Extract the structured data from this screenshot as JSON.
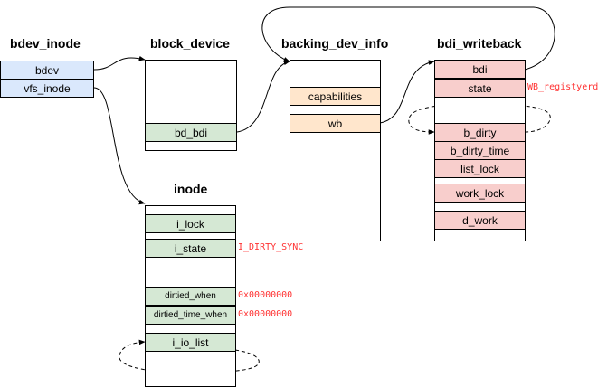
{
  "bdev_inode": {
    "title": "bdev_inode",
    "fields": [
      "bdev",
      "vfs_inode"
    ]
  },
  "block_device": {
    "title": "block_device",
    "fields": [
      "bd_bdi"
    ]
  },
  "backing_dev_info": {
    "title": "backing_dev_info",
    "fields": [
      "capabilities",
      "wb"
    ]
  },
  "bdi_writeback": {
    "title": "bdi_writeback",
    "fields": [
      "bdi",
      "state",
      "b_dirty",
      "b_dirty_time",
      "list_lock",
      "work_lock",
      "d_work"
    ],
    "state_annotation": "WB_registyerd"
  },
  "inode": {
    "title": "inode",
    "fields": [
      "i_lock",
      "i_state",
      "dirtied_when",
      "dirtied_time_when",
      "i_io_list"
    ],
    "annotations": {
      "i_state": "I_DIRTY_SYNC",
      "dirtied_when": "0x00000000",
      "dirtied_time_when": "0x00000000"
    }
  },
  "colors": {
    "bdev_inode": "#dae8fc",
    "block_device": "#d5e8d4",
    "backing_dev_info": "#ffe6cc",
    "bdi_writeback": "#f8cecc",
    "inode": "#d5e8d4",
    "annotation": "#ff3333"
  }
}
